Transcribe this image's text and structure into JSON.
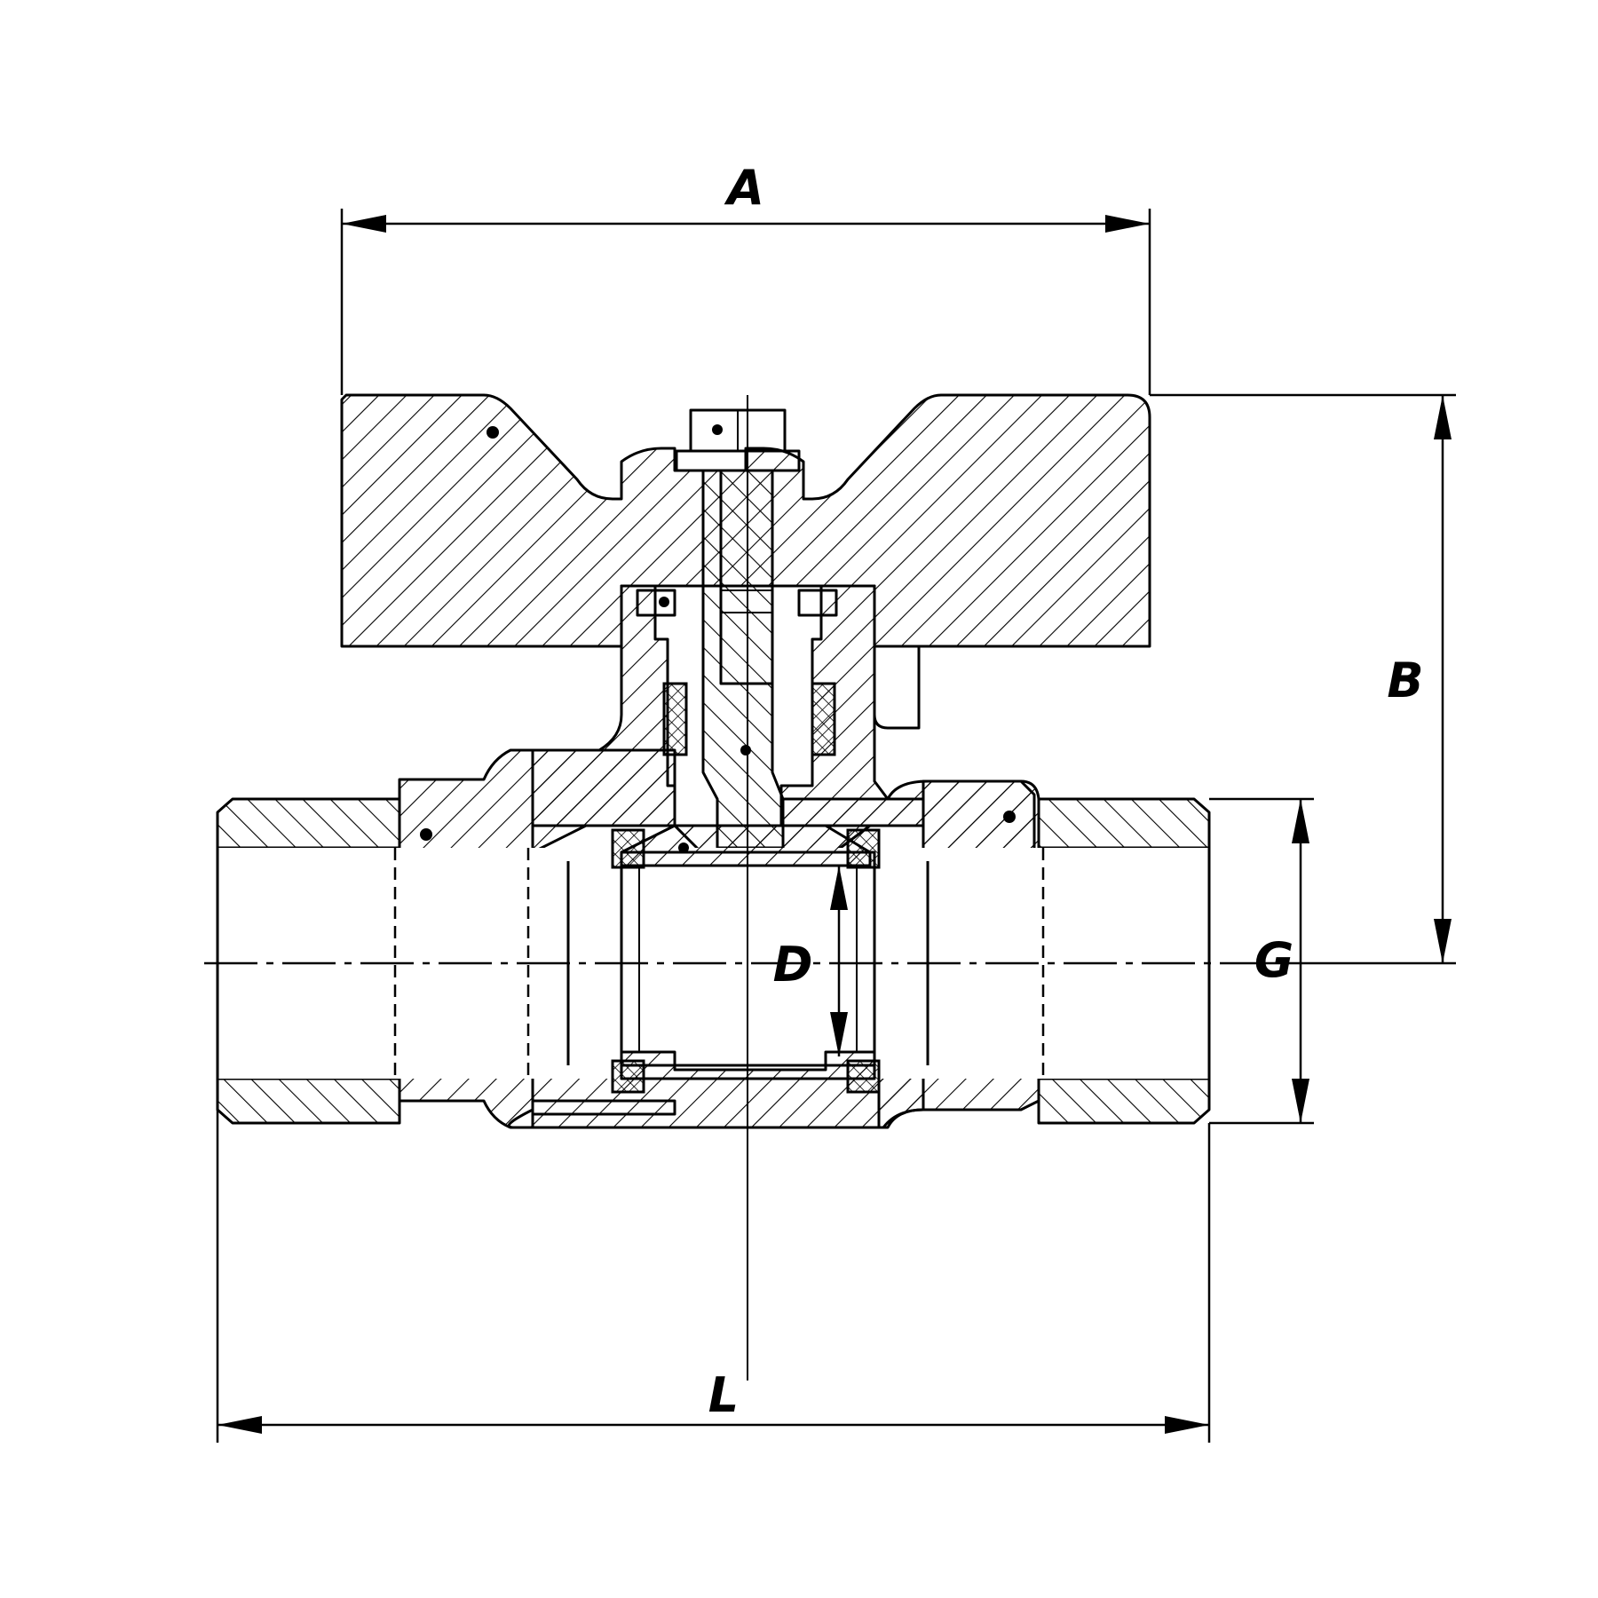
{
  "drawing": {
    "dimension_labels": {
      "A": "A",
      "B": "B",
      "D": "D",
      "G": "G",
      "L": "L"
    },
    "colors": {
      "line": "#000000",
      "background": "#ffffff"
    }
  }
}
